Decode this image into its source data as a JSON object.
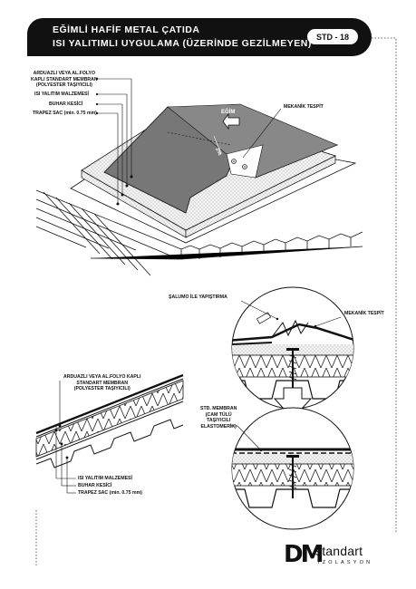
{
  "header": {
    "title_line1": "EĞİMLİ HAFİF METAL ÇATIDA",
    "title_line2": "ISI YALITIMLI UYGULAMA (ÜZERİNDE GEZİLMEYEN)",
    "code": "STD - 18"
  },
  "top_view": {
    "labels": [
      "ARDUAZLI VEYA  AL.FOLYO",
      "KAPLI STANDART MEMBRAN",
      "(POLYESTER TAŞIYICILI)",
      "ISI YALITIM MALZEMESİ",
      "BUHAR KESİCİ",
      "TRAPEZ SAC (min. 0.75 mm)"
    ],
    "mekanik_tespit": "MEKANİK TESPİT",
    "slope": "EĞİM",
    "slope_pct": "2%"
  },
  "detail_view": {
    "salumo": "ŞALUMO İLE YAPIŞTIRMA",
    "mekanik_tespit": "MEKANİK TESPİT",
    "membrane": [
      "STD. MEMBRAN",
      "(CAM TÜLÜ",
      "TAŞIYICILI",
      "ELASTOMERİK)"
    ]
  },
  "section_view": {
    "top_labels": [
      "ARDUAZLI VEYA  AL.FOLYO KAPLI",
      "STANDART MEMBRAN",
      "(POLYESTER TAŞIYICILI)"
    ],
    "bottom_labels": [
      "ISI YALITIM MALZEMESİ",
      "BUHAR KESİCİ",
      "TRAPEZ SAC (min. 0.75 mm)"
    ]
  },
  "logo": {
    "mark": "DM",
    "word": "standart",
    "sub": "İZOLASYON"
  }
}
